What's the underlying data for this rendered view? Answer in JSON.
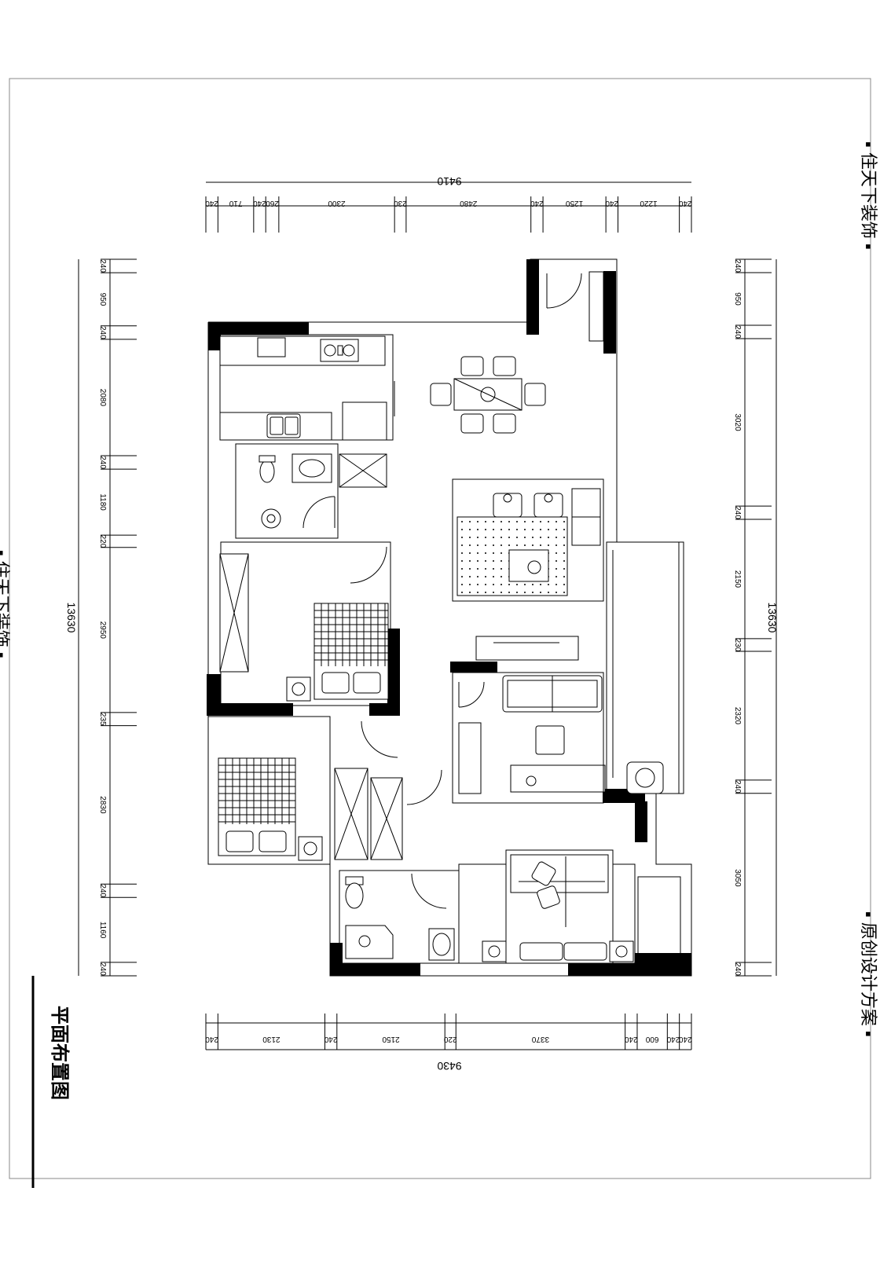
{
  "drawing_title": "平面布置图",
  "edge_text_right_top": "▪ 住天下装饰 ▪",
  "edge_text_right_bottom": "▪ 原创设计方案 ▪",
  "edge_text_left": "▪ 住天下装饰 ▪",
  "dimensions": {
    "top_total": "9410",
    "top_segments": [
      "240",
      "710",
      "240",
      "260",
      "2300",
      "230",
      "2480",
      "240",
      "1250",
      "240",
      "1220",
      "240"
    ],
    "bottom_total": "9430",
    "bottom_segments": [
      "240",
      "2130",
      "240",
      "2150",
      "220",
      "3370",
      "240",
      "600",
      "240",
      "240"
    ],
    "left_total": "13630",
    "left_segments": [
      "240",
      "950",
      "240",
      "2080",
      "240",
      "1180",
      "220",
      "2950",
      "235",
      "2830",
      "240",
      "1160",
      "240"
    ],
    "right_total": "13630",
    "right_segments": [
      "240",
      "950",
      "240",
      "3020",
      "240",
      "2150",
      "230",
      "2320",
      "240",
      "3050",
      "240"
    ]
  },
  "icons": [
    "floor-plan-icon",
    "door-swing-icon",
    "bed-icon",
    "sofa-icon",
    "dining-table-icon",
    "toilet-icon",
    "wash-basin-icon",
    "stove-icon",
    "sink-icon",
    "wardrobe-icon"
  ]
}
